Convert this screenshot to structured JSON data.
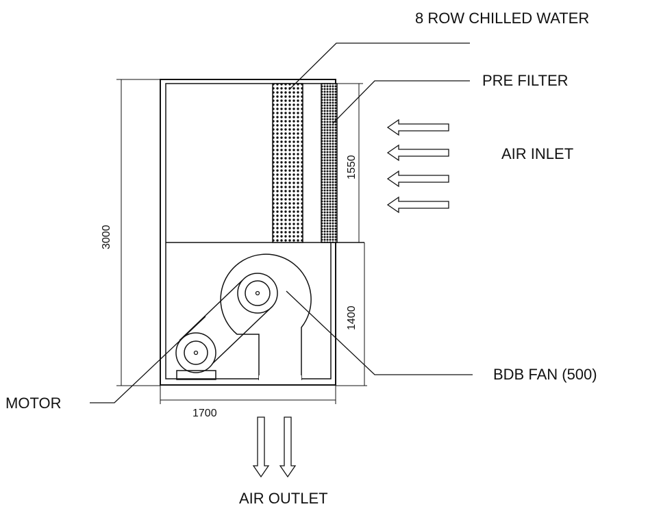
{
  "labels": {
    "coil": "8 ROW CHILLED WATER",
    "prefilter": "PRE FILTER",
    "air_inlet": "AIR INLET",
    "fan": "BDB FAN (500)",
    "motor": "MOTOR",
    "air_outlet": "AIR OUTLET"
  },
  "dimensions": {
    "height_total": "3000",
    "height_upper": "1550",
    "height_lower": "1400",
    "width": "1700"
  }
}
